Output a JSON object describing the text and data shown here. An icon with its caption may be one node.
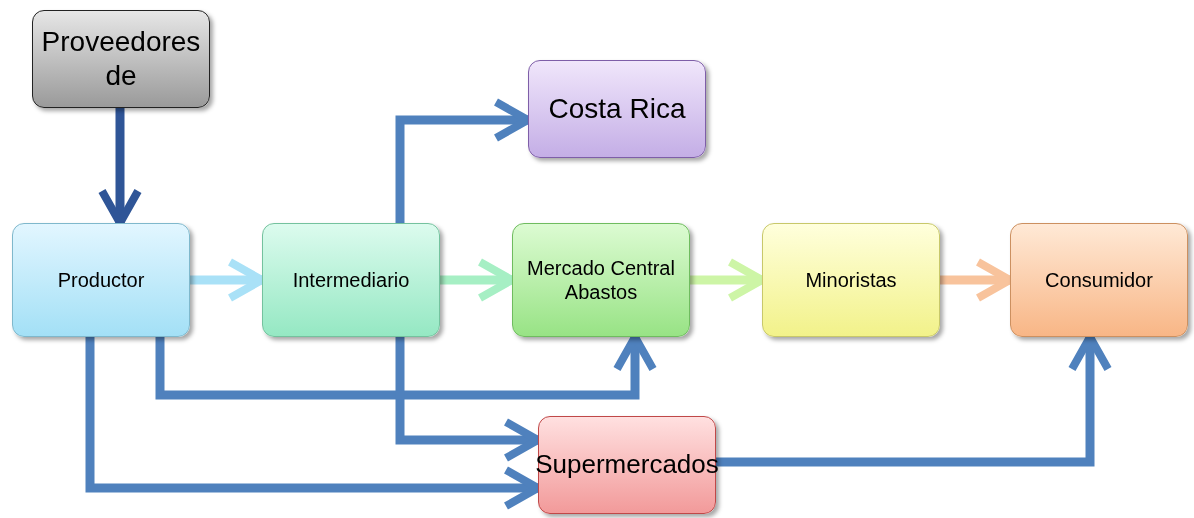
{
  "diagram": {
    "nodes": [
      {
        "text": [
          "Proveedores de"
        ]
      },
      {
        "text": [
          "Costa Rica"
        ]
      },
      {
        "text": [
          "Productor"
        ]
      },
      {
        "text": [
          "Intermediario"
        ]
      },
      {
        "text": [
          "Mercado Central Abastos"
        ]
      },
      {
        "text": [
          "Minoristas"
        ]
      },
      {
        "text": [
          "Consumidor"
        ]
      },
      {
        "text": [
          "Supermercados"
        ]
      }
    ],
    "edges": [
      {
        "from": 0,
        "to": 2,
        "arrow": "to",
        "color": "#2f5597"
      },
      {
        "from": 2,
        "to": 3,
        "arrow": "to",
        "color": "#a9e1f7"
      },
      {
        "from": 3,
        "to": 4,
        "arrow": "to",
        "color": "#a6efc4"
      },
      {
        "from": 4,
        "to": 5,
        "arrow": "to",
        "color": "#cdf5a6"
      },
      {
        "from": 5,
        "to": 6,
        "arrow": "to",
        "color": "#f8c39c"
      },
      {
        "from": 3,
        "to": 1,
        "arrow": "to"
      },
      {
        "from": 2,
        "to": 4,
        "arrow": "to"
      },
      {
        "from": 3,
        "to": 7,
        "arrow": "to"
      },
      {
        "from": 2,
        "to": 7,
        "arrow": "to"
      },
      {
        "from": 7,
        "to": 6,
        "arrow": "to"
      }
    ]
  }
}
